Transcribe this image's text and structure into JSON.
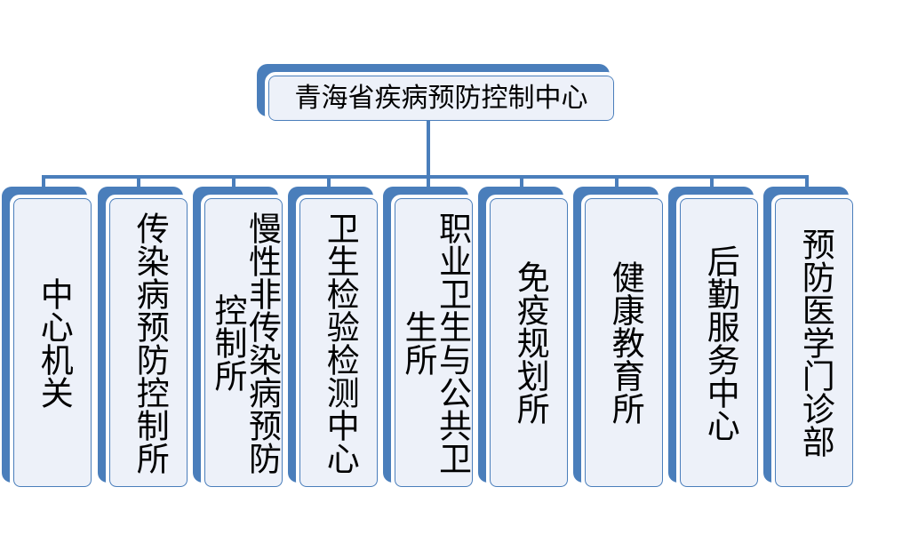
{
  "diagram": {
    "type": "organization-chart",
    "orientation": "top-down",
    "title_text": "青海省疾病预防控制中心",
    "colors": {
      "box_border_blue": "#4a7ebb",
      "box_fill": "#edf1f9",
      "box_inner_border": "#ffffff",
      "connector": "#4a7ebb",
      "text": "#000000",
      "background": "#ffffff"
    },
    "root": {
      "label": "青海省疾病预防控制中心",
      "text_direction": "horizontal"
    },
    "children": [
      {
        "index": 1,
        "label": "中心机关",
        "text_direction": "vertical"
      },
      {
        "index": 2,
        "label": "传染病预防控制所",
        "text_direction": "vertical"
      },
      {
        "index": 3,
        "label": "慢性非传染病预防控制所",
        "text_direction": "vertical"
      },
      {
        "index": 4,
        "label": "卫生检验检测中心",
        "text_direction": "vertical"
      },
      {
        "index": 5,
        "label": "职业卫生与公共卫生所",
        "text_direction": "vertical"
      },
      {
        "index": 6,
        "label": "免疫规划所",
        "text_direction": "vertical"
      },
      {
        "index": 7,
        "label": "健康教育所",
        "text_direction": "vertical"
      },
      {
        "index": 8,
        "label": "后勤服务中心",
        "text_direction": "vertical"
      },
      {
        "index": 9,
        "label": "预防医学门诊部",
        "text_direction": "vertical"
      }
    ]
  }
}
